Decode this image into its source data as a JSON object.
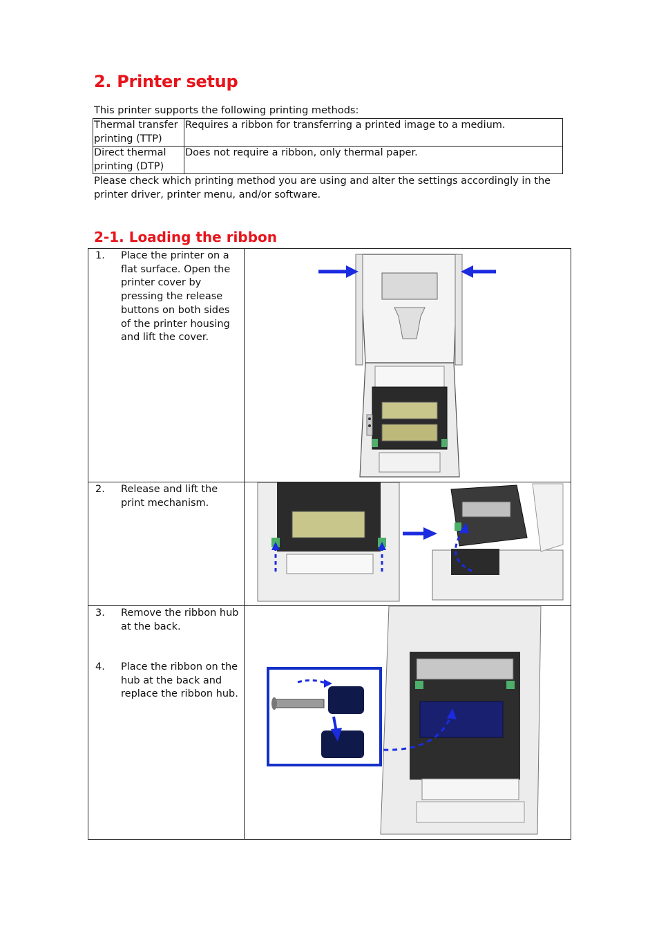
{
  "heading": "2. Printer setup",
  "intro": "This printer supports the following printing methods:",
  "methods": [
    {
      "name": "Thermal transfer printing (TTP)",
      "desc": "Requires a ribbon for transferring a printed image to a medium."
    },
    {
      "name": "Direct thermal printing (DTP)",
      "desc": "Does not require a ribbon, only thermal paper."
    }
  ],
  "note": "Please check which printing method you are using and alter the settings accordingly in the printer driver, printer menu, and/or software.",
  "subheading": "2-1. Loading the ribbon",
  "steps": [
    {
      "num": "1.",
      "text": "Place the printer on a flat surface. Open the printer cover by pressing the release buttons on both sides of the printer housing and lift the cover."
    },
    {
      "num": "2.",
      "text": "Release and lift the print mechanism."
    },
    {
      "num": "3.",
      "text": "Remove the ribbon hub\nat the back."
    },
    {
      "num": "4.",
      "text": "Place the ribbon on the hub at the back and replace the ribbon hub."
    }
  ],
  "colors": {
    "heading": "#e8141c",
    "arrow": "#1a2be0",
    "ribbon_core": "#c9c68c",
    "ribbon_roll": "#1a2070",
    "inset_border": "#1530c8"
  }
}
